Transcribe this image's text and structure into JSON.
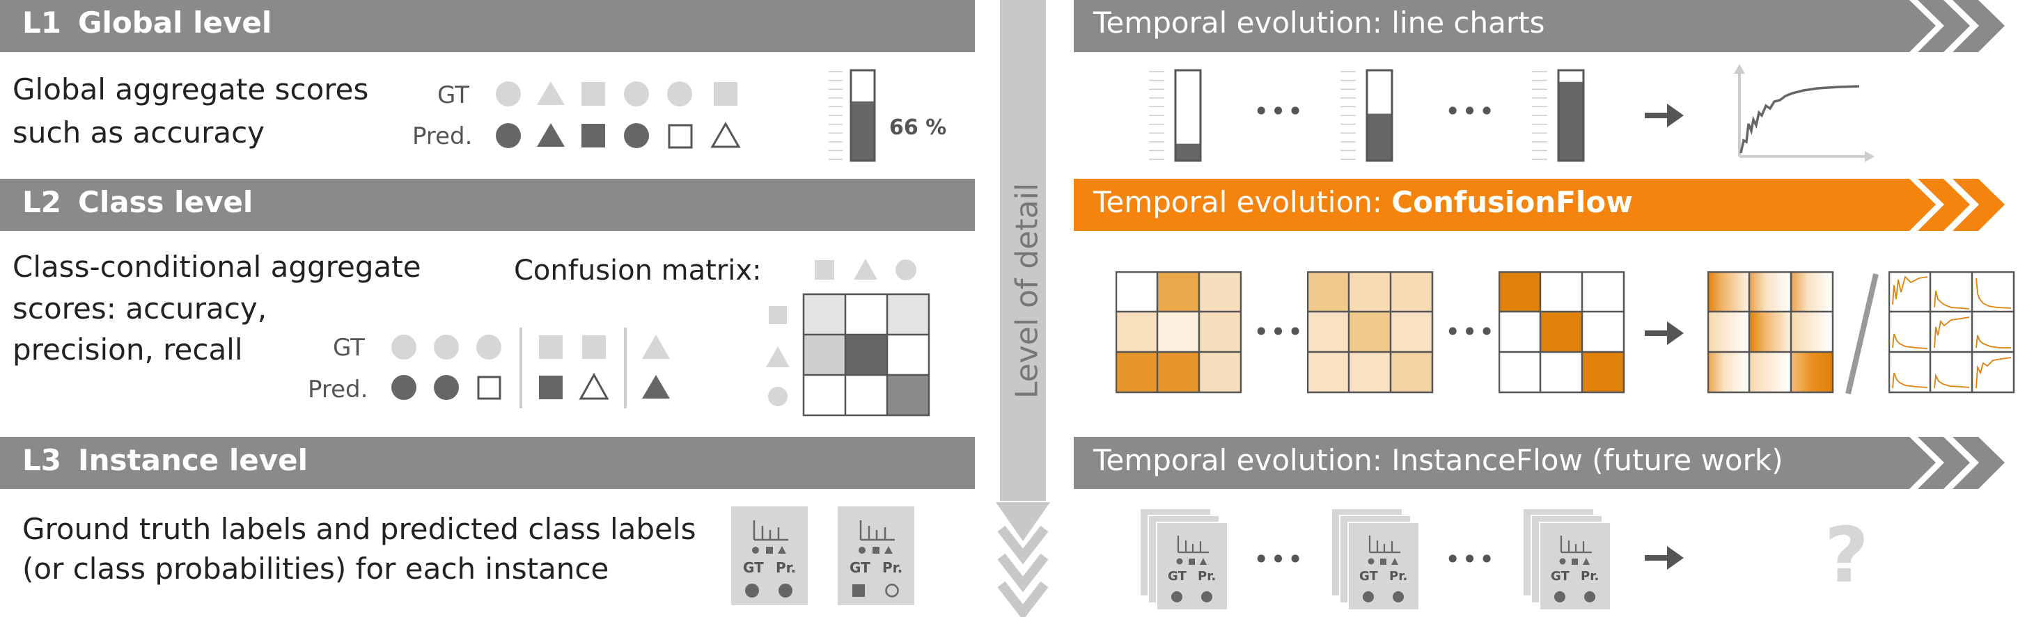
{
  "left": {
    "l1": {
      "code": "L1",
      "title": "Global level",
      "desc_line1": "Global aggregate scores",
      "desc_line2": "such as accuracy",
      "gt_label": "GT",
      "pred_label": "Pred.",
      "bar_value": "66 %",
      "bar_fraction": 0.66
    },
    "l2": {
      "code": "L2",
      "title": "Class level",
      "desc_line1": "Class-conditional aggregate",
      "desc_line2": "scores: accuracy,",
      "desc_line3": "precision, recall",
      "gt_label": "GT",
      "pred_label": "Pred.",
      "matrix_label": "Confusion matrix:"
    },
    "l3": {
      "code": "L3",
      "title": "Instance level",
      "desc_line1": "Ground truth labels and predicted class labels",
      "desc_line2": "(or class probabilities) for each instance",
      "card_gt": "GT",
      "card_pr": "Pr."
    }
  },
  "axis": {
    "label": "Level of detail"
  },
  "right": {
    "row1": {
      "title": "Temporal evolution: line charts",
      "ellipsis": "•••",
      "bar_fractions": [
        0.18,
        0.52,
        0.88
      ]
    },
    "row2": {
      "title_prefix": "Temporal evolution: ",
      "title_bold": "ConfusionFlow",
      "ellipsis": "•••"
    },
    "row3": {
      "title": "Temporal evolution: InstanceFlow (future work)",
      "ellipsis": "•••",
      "question": "?"
    }
  },
  "colors": {
    "header_gray": "#8a8a8a",
    "orange": "#f5840f",
    "dark": "#666666",
    "light": "#d6d6d6",
    "arrow_gray": "#c8c8c8"
  }
}
